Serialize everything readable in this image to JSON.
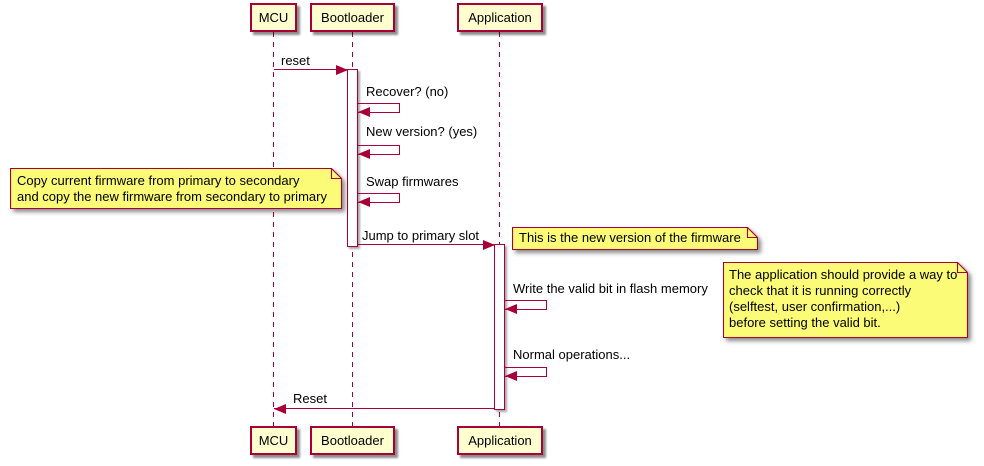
{
  "diagram": {
    "participants": [
      {
        "label": "MCU"
      },
      {
        "label": "Bootloader"
      },
      {
        "label": "Application"
      }
    ],
    "messages": [
      {
        "label": "reset"
      },
      {
        "label": "Recover? (no)"
      },
      {
        "label": "New version? (yes)"
      },
      {
        "label": "Swap firmwares"
      },
      {
        "label": "Jump to primary slot"
      },
      {
        "label": "Write the valid bit in flash memory"
      },
      {
        "label": "Normal operations..."
      },
      {
        "label": "Reset"
      }
    ],
    "notes": [
      {
        "lines": [
          "Copy current firmware from primary to secondary",
          "and copy the new firmware from secondary to primary"
        ]
      },
      {
        "lines": [
          "This is the new version of the firmware"
        ]
      },
      {
        "lines": [
          "The application should provide a way to",
          "check that it is running correctly",
          "(selftest, user confirmation,...)",
          "before setting the valid bit."
        ]
      }
    ],
    "colors": {
      "border": "#A80036",
      "participant_fill": "#FEFECE",
      "note_fill": "#FBFB77",
      "text": "#000000"
    }
  }
}
